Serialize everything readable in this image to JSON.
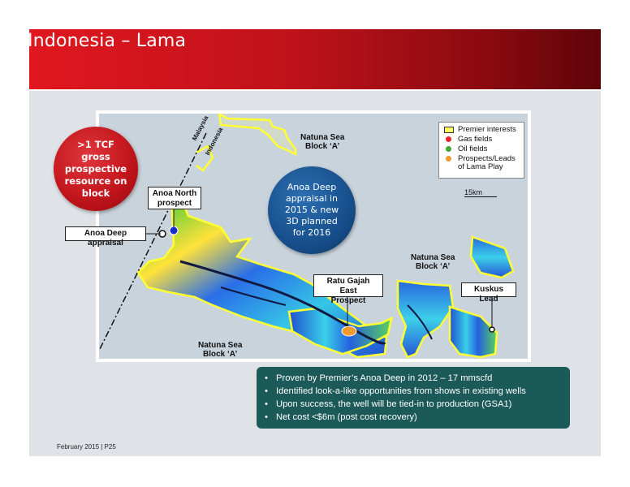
{
  "slide": {
    "title": "Indonesia – Lama",
    "footer": "February 2015 | P25"
  },
  "callouts": {
    "resource_circle": ">1 TCF gross prospective resource on block",
    "resource_lines": [
      ">1 TCF",
      "gross",
      "prospective",
      "resource on",
      "block"
    ],
    "appraisal_circle_lines": [
      "Anoa Deep",
      "appraisal  in",
      "2015 & new",
      "3D planned",
      "for 2016"
    ],
    "anoa_north": [
      "Anoa North",
      "prospect"
    ],
    "anoa_deep_appraisal": "Anoa Deep appraisal",
    "ratu_gajah": [
      "Ratu Gajah East",
      "Prospect"
    ],
    "kuskus": "Kuskus Lead"
  },
  "map_labels": {
    "natuna_top": [
      "Natuna Sea",
      "Block ‘A’"
    ],
    "natuna_right": [
      "Natuna Sea",
      "Block ‘A’"
    ],
    "natuna_bottom": [
      "Natuna Sea",
      "Block ‘A’"
    ],
    "border_malaysia": "Malaysia",
    "border_indonesia": "Indonesia",
    "scale": "15km"
  },
  "legend": [
    {
      "label": "Premier interests",
      "swatch": "rect",
      "color": "#ffff66"
    },
    {
      "label": "Gas fields",
      "swatch": "dot",
      "color": "#e8262b"
    },
    {
      "label": "Oil fields",
      "swatch": "dot",
      "color": "#3aaa35"
    },
    {
      "label": "Prospects/Leads of Lama Play",
      "swatch": "dot",
      "color": "#f29a2e"
    }
  ],
  "bullets": [
    "Proven by Premier’s Anoa Deep in 2012 – 17 mmscfd",
    "Identified look-a-like opportunities from shows in existing wells",
    "Upon success, the well will be tied-in to production (GSA1)",
    "Net cost <$6m (post cost recovery)"
  ],
  "colors": {
    "header_red": "#c1121a",
    "header_dark": "#5e0509",
    "circle_red": "#c3161d",
    "circle_blue": "#174f8c",
    "bullet_box": "#1c5a5a",
    "content_bg": "#dfe2e7"
  }
}
